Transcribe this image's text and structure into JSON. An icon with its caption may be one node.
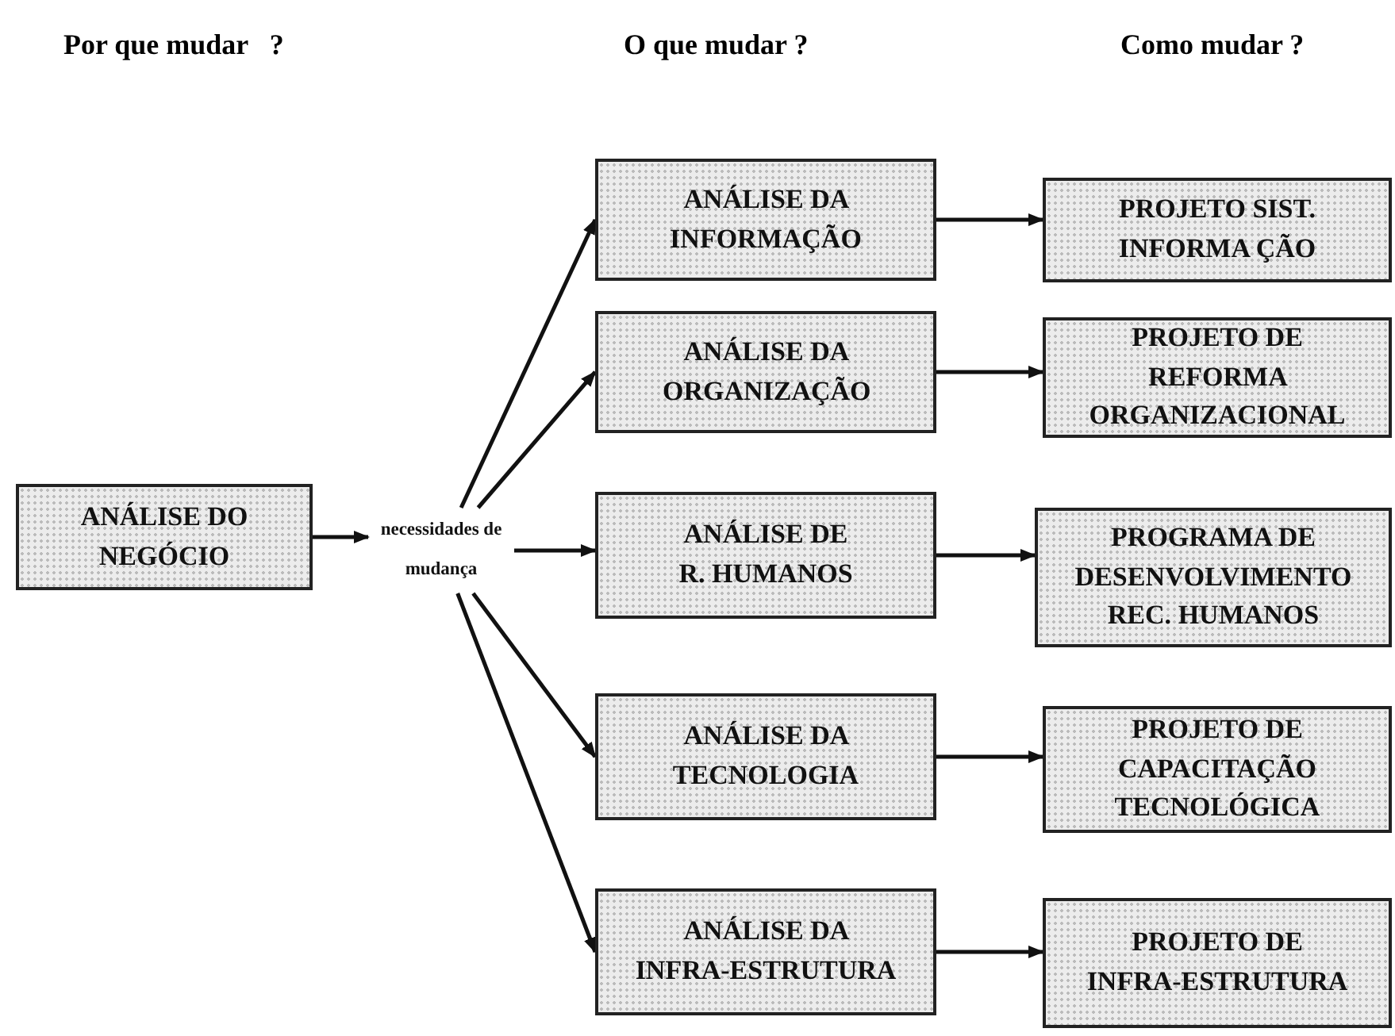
{
  "diagram": {
    "nodes": [
      {
        "text": [
          "ANÁLISE DO NEGÓCIO"
        ]
      },
      {
        "text": [
          "necessidades de mudança"
        ]
      },
      {
        "text": [
          "ANÁLISE DA INFORMAÇÃO"
        ]
      },
      {
        "text": [
          "ANÁLISE DA ORGANIZAÇÃO"
        ]
      },
      {
        "text": [
          "ANÁLISE DE R. HUMANOS"
        ]
      },
      {
        "text": [
          "ANÁLISE DA TECNOLOGIA"
        ]
      },
      {
        "text": [
          "ANÁLISE DA INFRA-ESTRUTURA"
        ]
      },
      {
        "text": [
          "PROJETO SIST. INFORMA ÇÃO"
        ]
      },
      {
        "text": [
          "PROJETO DE REFORMA ORGANIZACIONAL"
        ]
      },
      {
        "text": [
          "PROGRAMA DE DESENVOLVIMENTO REC. HUMANOS"
        ]
      },
      {
        "text": [
          "PROJETO DE CAPACITAÇÃO TECNOLÓGICA"
        ]
      },
      {
        "text": [
          "PROJETO DE INFRA-ESTRUTURA"
        ]
      }
    ],
    "edges": [
      {
        "from": 0,
        "to": 1,
        "arrow": "to"
      },
      {
        "from": 1,
        "to": 2,
        "arrow": "to"
      },
      {
        "from": 1,
        "to": 3,
        "arrow": "to"
      },
      {
        "from": 1,
        "to": 4,
        "arrow": "to"
      },
      {
        "from": 1,
        "to": 5,
        "arrow": "to"
      },
      {
        "from": 1,
        "to": 6,
        "arrow": "to"
      },
      {
        "from": 2,
        "to": 7,
        "arrow": "to"
      },
      {
        "from": 3,
        "to": 8,
        "arrow": "to"
      },
      {
        "from": 4,
        "to": 9,
        "arrow": "to"
      },
      {
        "from": 5,
        "to": 10,
        "arrow": "to"
      },
      {
        "from": 6,
        "to": 11,
        "arrow": "to"
      }
    ],
    "labels": [
      "Por que mudar   ?",
      "O que mudar ?",
      "Como mudar ?"
    ]
  }
}
